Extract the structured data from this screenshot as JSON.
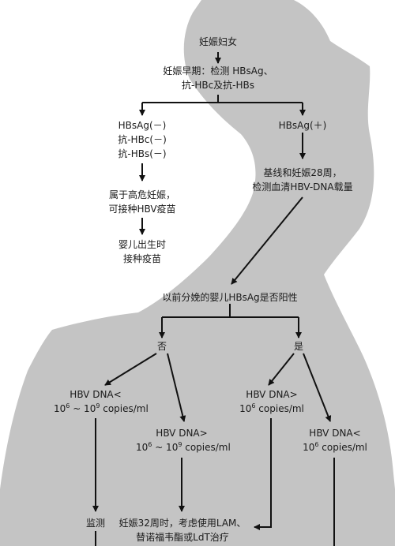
{
  "colors": {
    "silhouette": "#c4c4c4",
    "line": "#111111",
    "text": "#1a1a1a",
    "background": "#ffffff"
  },
  "nodes": {
    "start": "妊娠妇女",
    "early_1": "妊娠早期：检测 HBsAg、",
    "early_2": "抗-HBc及抗-HBs",
    "neg_1": "HBsAg(－)",
    "neg_2": "抗-HBc(－)",
    "neg_3": "抗-HBs(－)",
    "pos": "HBsAg(＋)",
    "highrisk_1": "属于高危妊娠，",
    "highrisk_2": "可接种HBV疫苗",
    "infant_1": "婴儿出生时",
    "infant_2": "接种疫苗",
    "baseline_1": "基线和妊娠28周，",
    "baseline_2": "检测血清HBV-DNA载量",
    "question": "以前分娩的婴儿HBsAg是否阳性",
    "no": "否",
    "yes": "是",
    "no_low_1": "HBV DNA<",
    "no_low_2_base": "10",
    "no_low_2_exp1": "6",
    "no_low_2_mid": " ~ 10",
    "no_low_2_exp2": "9",
    "no_low_2_unit": " copies/ml",
    "no_high_1": "HBV DNA>",
    "no_high_2_base": "10",
    "no_high_2_exp1": "6",
    "no_high_2_mid": " ~ 10",
    "no_high_2_exp2": "9",
    "no_high_2_unit": " copies/ml",
    "yes_high_1": "HBV DNA>",
    "yes_high_2_base": "10",
    "yes_high_2_exp": "6",
    "yes_high_2_unit": " copies/ml",
    "yes_low_1": "HBV DNA<",
    "yes_low_2_base": "10",
    "yes_low_2_exp": "6",
    "yes_low_2_unit": " copies/ml",
    "monitor": "监测",
    "treat_1": "妊娠32周时，考虑使用LAM、",
    "treat_2": "替诺福韦酯或LdT治疗"
  }
}
